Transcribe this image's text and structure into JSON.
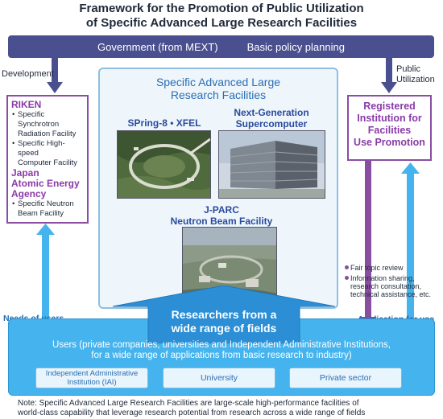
{
  "title": [
    "Framework for the Promotion of Public Utilization",
    "of Specific Advanced Large Research Facilities"
  ],
  "government_bar": {
    "left": "Government (from MEXT)",
    "right": "Basic policy planning"
  },
  "left_flow": {
    "label": "Development"
  },
  "right_flow": {
    "label": [
      "Public",
      "Utilization"
    ]
  },
  "riken_box": {
    "org1": "RIKEN",
    "org1_items": [
      [
        "Specific Synchrotron",
        "Radiation Facility"
      ],
      [
        "Specific High-speed",
        "Computer Facility"
      ]
    ],
    "org2": [
      "Japan",
      "Atomic Energy",
      "Agency"
    ],
    "org2_items": [
      [
        "Specific Neutron",
        "Beam Facility"
      ]
    ]
  },
  "center": {
    "title": [
      "Specific Advanced Large",
      "Research Facilities"
    ],
    "facilities": {
      "spring8": "SPring-8 • XFEL",
      "supercomputer": [
        "Next-Generation",
        "Supercomputer"
      ],
      "jparc": [
        "J-PARC",
        "Neutron Beam Facility"
      ]
    }
  },
  "registered_box": {
    "text": [
      "Registered",
      "Institution for",
      "Facilities",
      "Use Promotion"
    ]
  },
  "services": [
    [
      "Fair topic review"
    ],
    [
      "Information sharing,",
      "research consultation,",
      "technical assistance, etc."
    ]
  ],
  "needs_label": "Needs of users",
  "application_label": "Application for use",
  "researchers_arrow": [
    "Researchers from a",
    "wide range of fields"
  ],
  "users": {
    "text": [
      "Users (private companies, universities and Independent Administrative Institutions,",
      "for a wide range of applications from basic research to industry)"
    ],
    "boxes": [
      [
        "Independent Administrative",
        "Institution (IAI)"
      ],
      [
        "University"
      ],
      [
        "Private sector"
      ]
    ]
  },
  "footnote": [
    "Note: Specific Advanced Large Research Facilities are large-scale high-performance facilities of",
    "world-class capability that leverage research potential from research across a wide range of fields"
  ],
  "colors": {
    "navy": "#4a4f8f",
    "purple": "#8a4ea0",
    "sky": "#45b4ee",
    "light_blue": "#eef6fc",
    "title_blue": "#2a6db3"
  }
}
